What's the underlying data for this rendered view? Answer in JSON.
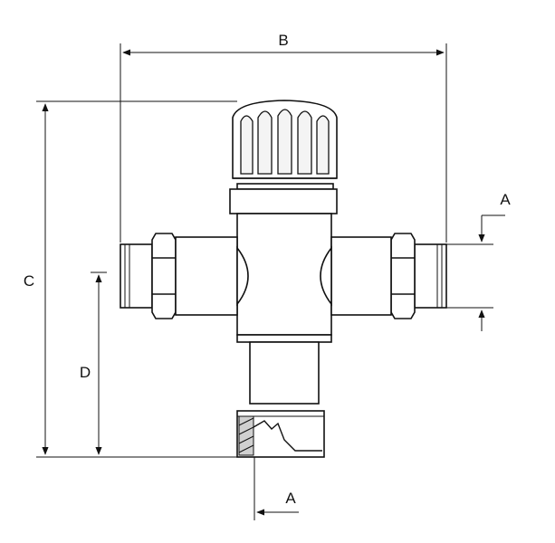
{
  "labels": {
    "b": "B",
    "c": "C",
    "d": "D",
    "a_right": "A",
    "a_bottom": "A"
  }
}
